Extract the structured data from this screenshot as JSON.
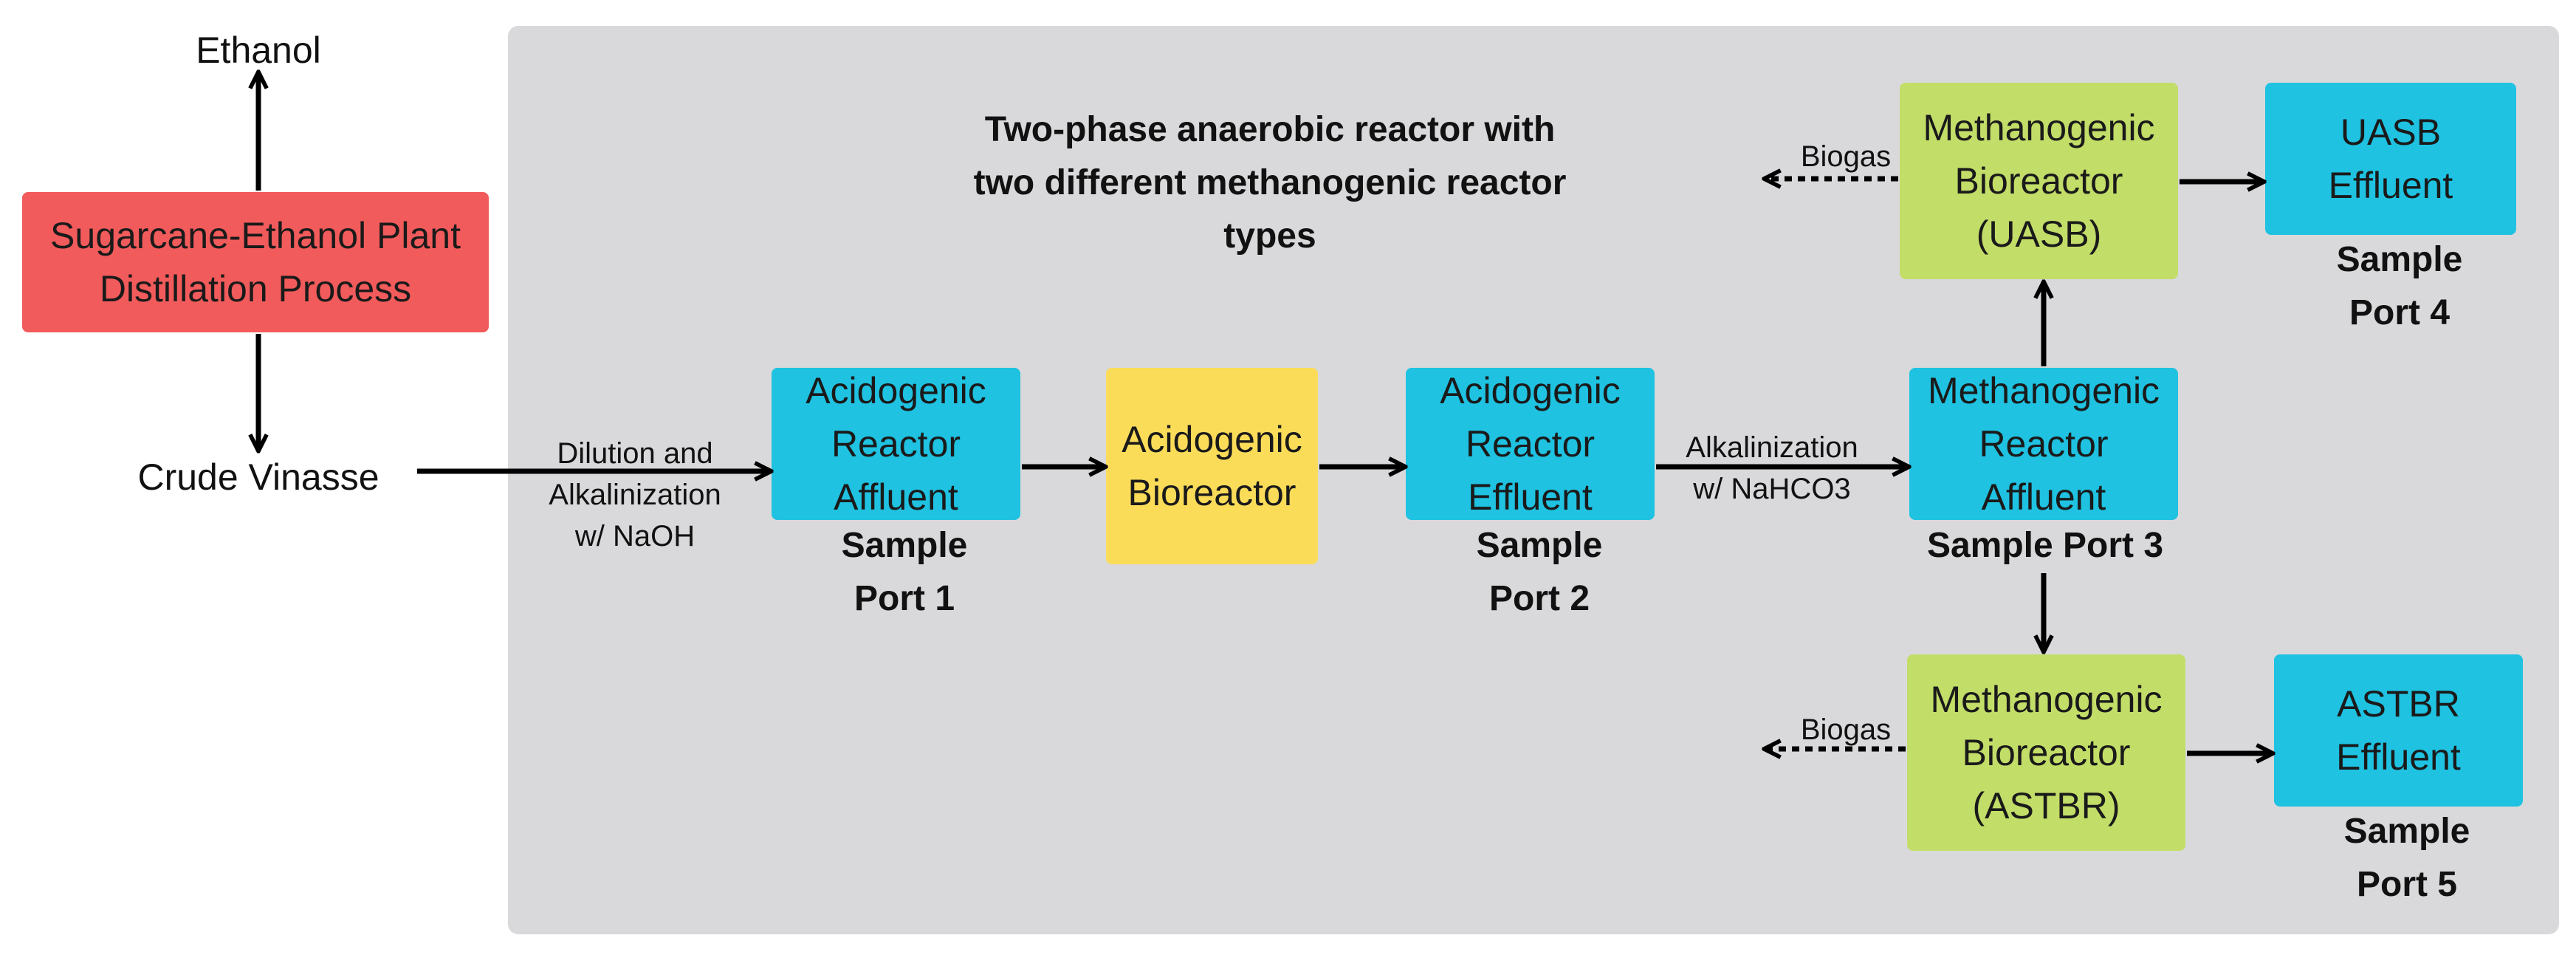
{
  "diagram": {
    "title": "Two-phase anaerobic reactor with\ntwo different methanogenic reactor\ntypes",
    "nodes": {
      "plant": "Sugarcane-Ethanol Plant\nDistillation Process",
      "ethanol": "Ethanol",
      "crude_vinasse": "Crude Vinasse",
      "acid_affluent": "Acidogenic\nReactor\nAffluent",
      "acid_bioreactor": "Acidogenic\nBioreactor",
      "acid_effluent": "Acidogenic\nReactor\nEffluent",
      "meth_affluent": "Methanogenic\nReactor\nAffluent",
      "meth_uasb": "Methanogenic\nBioreactor\n(UASB)",
      "uasb_effluent": "UASB\nEffluent",
      "meth_astbr": "Methanogenic\nBioreactor\n(ASTBR)",
      "astbr_effluent": "ASTBR\nEffluent"
    },
    "labels": {
      "dilution": "Dilution and\nAlkalinization\nw/ NaOH",
      "alkalinization": "Alkalinization\nw/ NaHCO3",
      "biogas_top": "Biogas",
      "biogas_bottom": "Biogas",
      "port1": "Sample\nPort 1",
      "port2": "Sample\nPort 2",
      "port3": "Sample Port 3",
      "port4": "Sample\nPort 4",
      "port5": "Sample\nPort 5"
    },
    "colors": {
      "plant": "#f25b5b",
      "sample_reactor": "#1fc2e1",
      "acidogenic_bioreactor": "#fbdc59",
      "methanogenic_bioreactor": "#c2dd68",
      "panel": "#d9d9db"
    }
  }
}
